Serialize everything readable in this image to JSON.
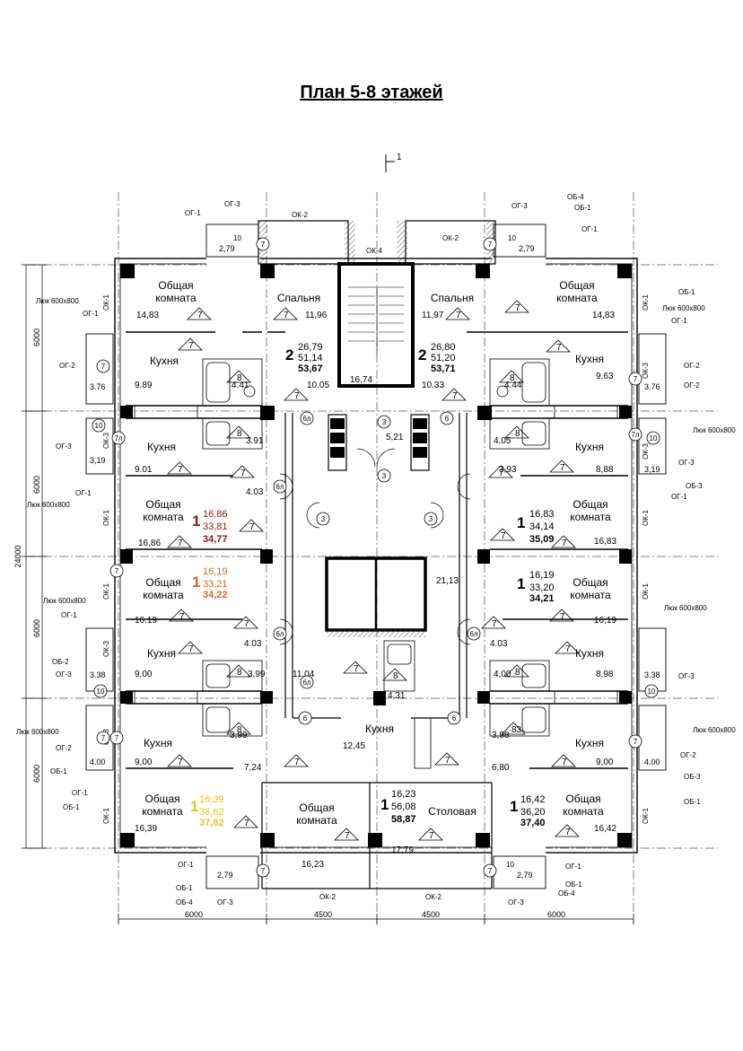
{
  "title": "План 5-8 этажей",
  "section_mark": "1",
  "overall_dimension": "24000",
  "side_dimensions": [
    "6000",
    "6000",
    "6000",
    "6000"
  ],
  "bottom_dimensions": [
    "6000",
    "4500",
    "4500",
    "6000"
  ],
  "bottom_labels": [
    "ОК-2",
    "ОК-2"
  ],
  "top_labels": {
    "ok2_left": "ОК-2",
    "ok4": "ОК-4",
    "ok2_right": "ОК-2"
  },
  "balconies": {
    "tl": {
      "og1": "ОГ-1",
      "og3": "ОГ-3",
      "n": "10",
      "area": "2,79"
    },
    "tr": {
      "og3": "ОГ-3",
      "ob4": "ОБ-4",
      "ob1": "ОБ-1",
      "og1": "ОГ-1",
      "n": "10",
      "area": "2,79"
    },
    "bl": {
      "og1": "ОГ-1",
      "ob1": "ОБ-1",
      "ob4": "ОБ-4",
      "og3": "ОГ-3",
      "n": "10",
      "area": "2,79"
    },
    "br": {
      "og1": "ОГ-1",
      "ob1": "ОБ-1",
      "ob4": "ОБ-4",
      "og3": "ОГ-3",
      "n": "10",
      "area": "2,79"
    }
  },
  "hatches": {
    "label": "Люк 600х800"
  },
  "window_tags": {
    "ok1": "ОК-1",
    "ok3": "ОК-3",
    "og2": "ОГ-2",
    "og3": "ОГ-3",
    "og1": "ОГ-1",
    "ob1": "ОБ-1",
    "ob2": "ОБ-2",
    "ob3": "ОБ-3"
  },
  "left_loggias": [
    "3.76",
    "3,19",
    "3.38",
    "4.00"
  ],
  "right_loggias": [
    "3.76",
    "3,19",
    "3.38",
    "4.00"
  ],
  "rooms": {
    "common": "Общая",
    "room": "комната",
    "kitchen": "Кухня",
    "bedroom": "Спальня",
    "dining": "Столовая"
  },
  "tags": {
    "t7": "7",
    "t8": "8",
    "t10": "10",
    "t3": "3",
    "t6": "6",
    "t6l": "6л",
    "t7l": "7л",
    "t83": "83"
  },
  "areas": {
    "tl_living": "14,83",
    "tl_kitchen": "9.89",
    "tl_bath": "4.41",
    "tl_bed": "11,96",
    "tl_hall": "10.05",
    "tl2_kitchen": "9.01",
    "tl2_wc": "3.91",
    "ml1_living": "16,86",
    "ml1_hall": "4.03",
    "ml2_living": "16.19",
    "ml2_hall": "4.03",
    "bl1_kitchen": "9,00",
    "bl1_wc": "3,99",
    "bl_hall": "11,04",
    "bl2_kitchen": "9,00",
    "bl2_wc": "3,99",
    "bl2_hall": "7,24",
    "bl_living": "16,39",
    "corridor_top": "16,74",
    "lift_hall": "5,21",
    "corridor_mid": "21,13",
    "tr_bed": "11,97",
    "tr_hall": "10.33",
    "tr_living": "14,83",
    "tr_bath": "4.44",
    "tr_kitchen": "9,63",
    "tr2_wc": "4,05",
    "tr2_hall": "3,93",
    "tr2_kitchen": "8,88",
    "mr1_living": "16,83",
    "mr2_living": "16,19",
    "mr2_hall": "4.03",
    "br1_wc": "4,00",
    "br1_kitchen": "8,98",
    "br2_wc": "3,98",
    "br2_kitchen": "9,00",
    "br2_hall": "6,80",
    "br_living": "16,42",
    "bc_wc": "4,31",
    "bc_kitchen": "12,45",
    "bc_dining": "17,79",
    "bc_living": "16,23"
  },
  "apartments": [
    {
      "id": "tl",
      "rooms": "2",
      "a1": "26,79",
      "a2": "51,14",
      "a3": "53,67",
      "color": "#000000"
    },
    {
      "id": "tr",
      "rooms": "2",
      "a1": "26,80",
      "a2": "51,20",
      "a3": "53,71",
      "color": "#000000"
    },
    {
      "id": "ml1",
      "rooms": "1",
      "a1": "16,86",
      "a2": "33,81",
      "a3": "34,77",
      "color": "#8b1a1a"
    },
    {
      "id": "ml2",
      "rooms": "1",
      "a1": "16,19",
      "a2": "33,21",
      "a3": "34,22",
      "color": "#d2691e"
    },
    {
      "id": "bl",
      "rooms": "1",
      "a1": "16,39",
      "a2": "36,62",
      "a3": "37,82",
      "color": "#e8c31a"
    },
    {
      "id": "mr1",
      "rooms": "1",
      "a1": "16,83",
      "a2": "34,14",
      "a3": "35,09",
      "color": "#000000"
    },
    {
      "id": "mr2",
      "rooms": "1",
      "a1": "16,19",
      "a2": "33,20",
      "a3": "34,21",
      "color": "#000000"
    },
    {
      "id": "bc",
      "rooms": "1",
      "a1": "16,23",
      "a2": "56,08",
      "a3": "58,87",
      "color": "#000000"
    },
    {
      "id": "br",
      "rooms": "1",
      "a1": "16,42",
      "a2": "36,20",
      "a3": "37,40",
      "color": "#000000"
    }
  ]
}
